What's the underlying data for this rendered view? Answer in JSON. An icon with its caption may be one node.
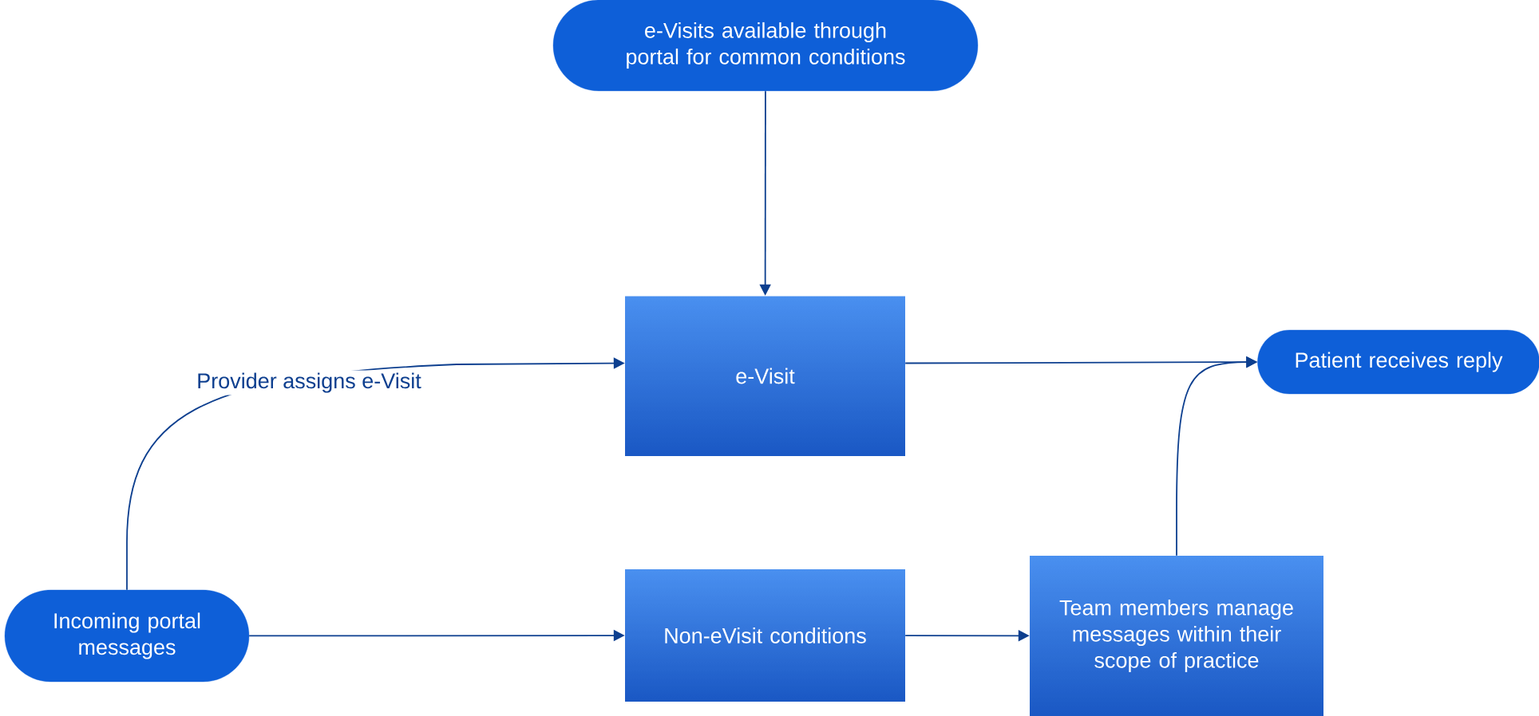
{
  "diagram": {
    "nodes": [
      {
        "text": [
          "e-Visits available through portal for common conditions"
        ]
      },
      {
        "text": [
          "e-Visit"
        ]
      },
      {
        "text": [
          "Patient receives reply"
        ]
      },
      {
        "text": [
          "Incoming portal messages"
        ]
      },
      {
        "text": [
          "Non-eVisit conditions"
        ]
      },
      {
        "text": [
          "Team members manage messages within their scope of practice"
        ]
      }
    ],
    "edges": [
      {
        "from": 0,
        "to": 1,
        "arrow": "to"
      },
      {
        "from": 3,
        "to": 1,
        "arrow": "to",
        "label": "Provider assigns e-Visit"
      },
      {
        "from": 1,
        "to": 2,
        "arrow": "to"
      },
      {
        "from": 3,
        "to": 4,
        "arrow": "to"
      },
      {
        "from": 4,
        "to": 5,
        "arrow": "to"
      },
      {
        "from": 5,
        "to": 2,
        "arrow": "to"
      }
    ]
  }
}
